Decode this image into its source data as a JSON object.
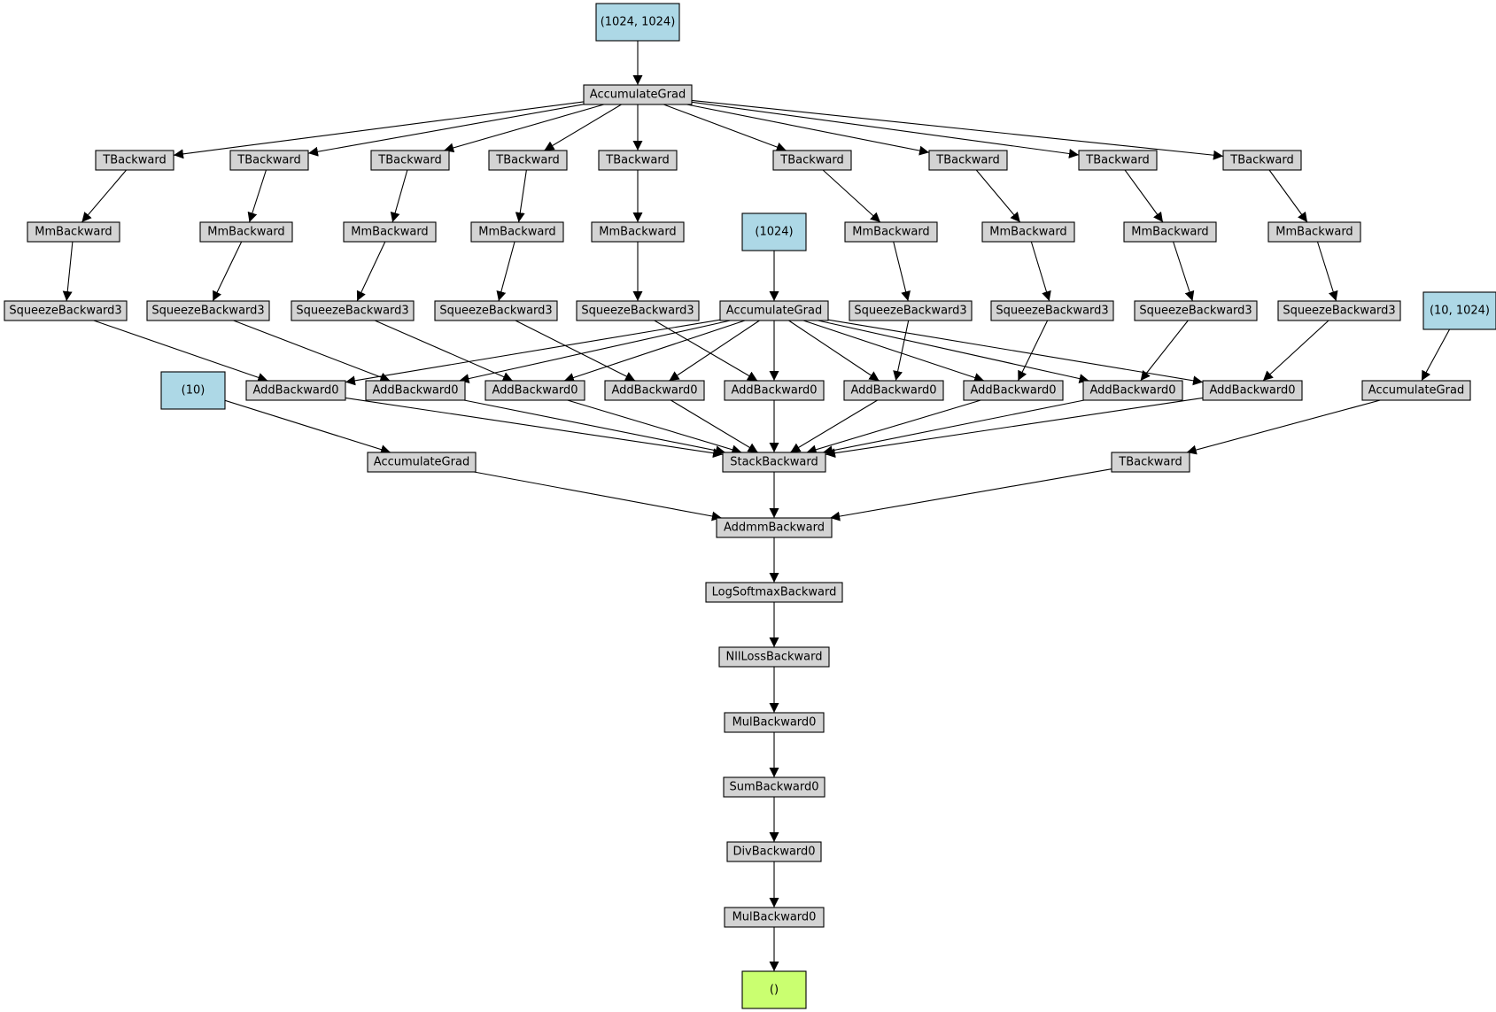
{
  "colors": {
    "tensor": "#add8e6",
    "op": "#d3d3d3",
    "output": "#caff70",
    "edge": "#000000"
  },
  "nodes": {
    "w_hh": {
      "label": "(1024, 1024)",
      "kind": "tensor"
    },
    "acc_whh": {
      "label": "AccumulateGrad",
      "kind": "op"
    },
    "t1": {
      "label": "TBackward",
      "kind": "op"
    },
    "t2": {
      "label": "TBackward",
      "kind": "op"
    },
    "t3": {
      "label": "TBackward",
      "kind": "op"
    },
    "t4": {
      "label": "TBackward",
      "kind": "op"
    },
    "t5": {
      "label": "TBackward",
      "kind": "op"
    },
    "t6": {
      "label": "TBackward",
      "kind": "op"
    },
    "t7": {
      "label": "TBackward",
      "kind": "op"
    },
    "t8": {
      "label": "TBackward",
      "kind": "op"
    },
    "t9": {
      "label": "TBackward",
      "kind": "op"
    },
    "mm1": {
      "label": "MmBackward",
      "kind": "op"
    },
    "mm2": {
      "label": "MmBackward",
      "kind": "op"
    },
    "mm3": {
      "label": "MmBackward",
      "kind": "op"
    },
    "mm4": {
      "label": "MmBackward",
      "kind": "op"
    },
    "mm5": {
      "label": "MmBackward",
      "kind": "op"
    },
    "mm6": {
      "label": "MmBackward",
      "kind": "op"
    },
    "mm7": {
      "label": "MmBackward",
      "kind": "op"
    },
    "mm8": {
      "label": "MmBackward",
      "kind": "op"
    },
    "mm9": {
      "label": "MmBackward",
      "kind": "op"
    },
    "b_h": {
      "label": "(1024)",
      "kind": "tensor"
    },
    "sq1": {
      "label": "SqueezeBackward3",
      "kind": "op"
    },
    "sq2": {
      "label": "SqueezeBackward3",
      "kind": "op"
    },
    "sq3": {
      "label": "SqueezeBackward3",
      "kind": "op"
    },
    "sq4": {
      "label": "SqueezeBackward3",
      "kind": "op"
    },
    "sq5": {
      "label": "SqueezeBackward3",
      "kind": "op"
    },
    "acc_bh": {
      "label": "AccumulateGrad",
      "kind": "op"
    },
    "sq6": {
      "label": "SqueezeBackward3",
      "kind": "op"
    },
    "sq7": {
      "label": "SqueezeBackward3",
      "kind": "op"
    },
    "sq8": {
      "label": "SqueezeBackward3",
      "kind": "op"
    },
    "sq9": {
      "label": "SqueezeBackward3",
      "kind": "op"
    },
    "w_out": {
      "label": "(10, 1024)",
      "kind": "tensor"
    },
    "b_out": {
      "label": "(10)",
      "kind": "tensor"
    },
    "add1": {
      "label": "AddBackward0",
      "kind": "op"
    },
    "add2": {
      "label": "AddBackward0",
      "kind": "op"
    },
    "add3": {
      "label": "AddBackward0",
      "kind": "op"
    },
    "add4": {
      "label": "AddBackward0",
      "kind": "op"
    },
    "add5": {
      "label": "AddBackward0",
      "kind": "op"
    },
    "add6": {
      "label": "AddBackward0",
      "kind": "op"
    },
    "add7": {
      "label": "AddBackward0",
      "kind": "op"
    },
    "add8": {
      "label": "AddBackward0",
      "kind": "op"
    },
    "add9": {
      "label": "AddBackward0",
      "kind": "op"
    },
    "acc_wout": {
      "label": "AccumulateGrad",
      "kind": "op"
    },
    "acc_bout": {
      "label": "AccumulateGrad",
      "kind": "op"
    },
    "stack": {
      "label": "StackBackward",
      "kind": "op"
    },
    "t_out": {
      "label": "TBackward",
      "kind": "op"
    },
    "addmm": {
      "label": "AddmmBackward",
      "kind": "op"
    },
    "logsm": {
      "label": "LogSoftmaxBackward",
      "kind": "op"
    },
    "nll": {
      "label": "NllLossBackward",
      "kind": "op"
    },
    "mul1": {
      "label": "MulBackward0",
      "kind": "op"
    },
    "sum": {
      "label": "SumBackward0",
      "kind": "op"
    },
    "div": {
      "label": "DivBackward0",
      "kind": "op"
    },
    "mul2": {
      "label": "MulBackward0",
      "kind": "op"
    },
    "out": {
      "label": "()",
      "kind": "output"
    }
  },
  "edges": [
    [
      "w_hh",
      "acc_whh"
    ],
    [
      "acc_whh",
      "t1"
    ],
    [
      "acc_whh",
      "t2"
    ],
    [
      "acc_whh",
      "t3"
    ],
    [
      "acc_whh",
      "t4"
    ],
    [
      "acc_whh",
      "t5"
    ],
    [
      "acc_whh",
      "t6"
    ],
    [
      "acc_whh",
      "t7"
    ],
    [
      "acc_whh",
      "t8"
    ],
    [
      "acc_whh",
      "t9"
    ],
    [
      "t1",
      "mm1"
    ],
    [
      "t2",
      "mm2"
    ],
    [
      "t3",
      "mm3"
    ],
    [
      "t4",
      "mm4"
    ],
    [
      "t5",
      "mm5"
    ],
    [
      "t6",
      "mm6"
    ],
    [
      "t7",
      "mm7"
    ],
    [
      "t8",
      "mm8"
    ],
    [
      "t9",
      "mm9"
    ],
    [
      "mm1",
      "sq1"
    ],
    [
      "mm2",
      "sq2"
    ],
    [
      "mm3",
      "sq3"
    ],
    [
      "mm4",
      "sq4"
    ],
    [
      "mm5",
      "sq5"
    ],
    [
      "mm6",
      "sq6"
    ],
    [
      "mm7",
      "sq7"
    ],
    [
      "mm8",
      "sq8"
    ],
    [
      "mm9",
      "sq9"
    ],
    [
      "b_h",
      "acc_bh"
    ],
    [
      "sq1",
      "add1"
    ],
    [
      "sq2",
      "add2"
    ],
    [
      "sq3",
      "add3"
    ],
    [
      "sq4",
      "add4"
    ],
    [
      "sq5",
      "add5"
    ],
    [
      "sq6",
      "add6"
    ],
    [
      "sq7",
      "add7"
    ],
    [
      "sq8",
      "add8"
    ],
    [
      "sq9",
      "add9"
    ],
    [
      "acc_bh",
      "add1"
    ],
    [
      "acc_bh",
      "add2"
    ],
    [
      "acc_bh",
      "add3"
    ],
    [
      "acc_bh",
      "add4"
    ],
    [
      "acc_bh",
      "add5"
    ],
    [
      "acc_bh",
      "add6"
    ],
    [
      "acc_bh",
      "add7"
    ],
    [
      "acc_bh",
      "add8"
    ],
    [
      "acc_bh",
      "add9"
    ],
    [
      "w_out",
      "acc_wout"
    ],
    [
      "b_out",
      "acc_bout"
    ],
    [
      "add1",
      "stack"
    ],
    [
      "add2",
      "stack"
    ],
    [
      "add3",
      "stack"
    ],
    [
      "add4",
      "stack"
    ],
    [
      "add5",
      "stack"
    ],
    [
      "add6",
      "stack"
    ],
    [
      "add7",
      "stack"
    ],
    [
      "add8",
      "stack"
    ],
    [
      "add9",
      "stack"
    ],
    [
      "acc_wout",
      "t_out"
    ],
    [
      "acc_bout",
      "addmm"
    ],
    [
      "stack",
      "addmm"
    ],
    [
      "t_out",
      "addmm"
    ],
    [
      "addmm",
      "logsm"
    ],
    [
      "logsm",
      "nll"
    ],
    [
      "nll",
      "mul1"
    ],
    [
      "mul1",
      "sum"
    ],
    [
      "sum",
      "div"
    ],
    [
      "div",
      "mul2"
    ],
    [
      "mul2",
      "out"
    ]
  ]
}
